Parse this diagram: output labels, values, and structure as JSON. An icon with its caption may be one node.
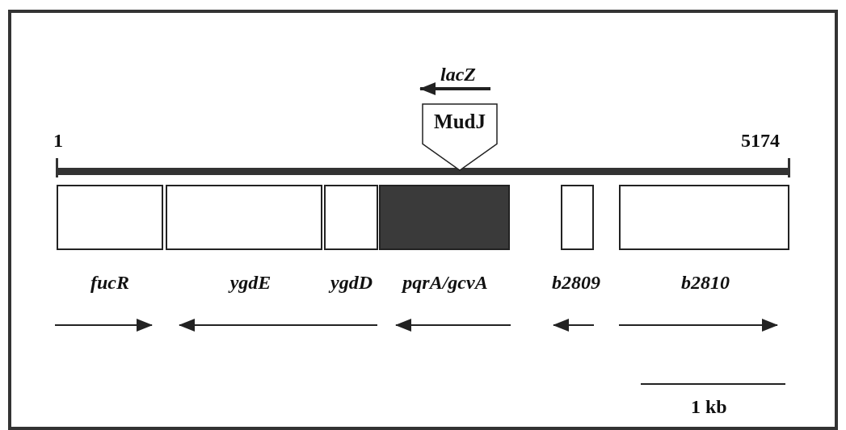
{
  "diagram": {
    "nodes": [
      {
        "text": [
          "MudJ"
        ]
      },
      {
        "text": [
          "fucR"
        ]
      },
      {
        "text": [
          "ygdE"
        ]
      },
      {
        "text": [
          "ygdD"
        ]
      },
      {
        "text": [
          "pqrA/gcvA"
        ]
      },
      {
        "text": [
          "b2809"
        ]
      },
      {
        "text": [
          "b2810"
        ]
      }
    ],
    "edges": [],
    "labels": [
      "lacZ",
      "1",
      "5174",
      "1 kb"
    ]
  }
}
